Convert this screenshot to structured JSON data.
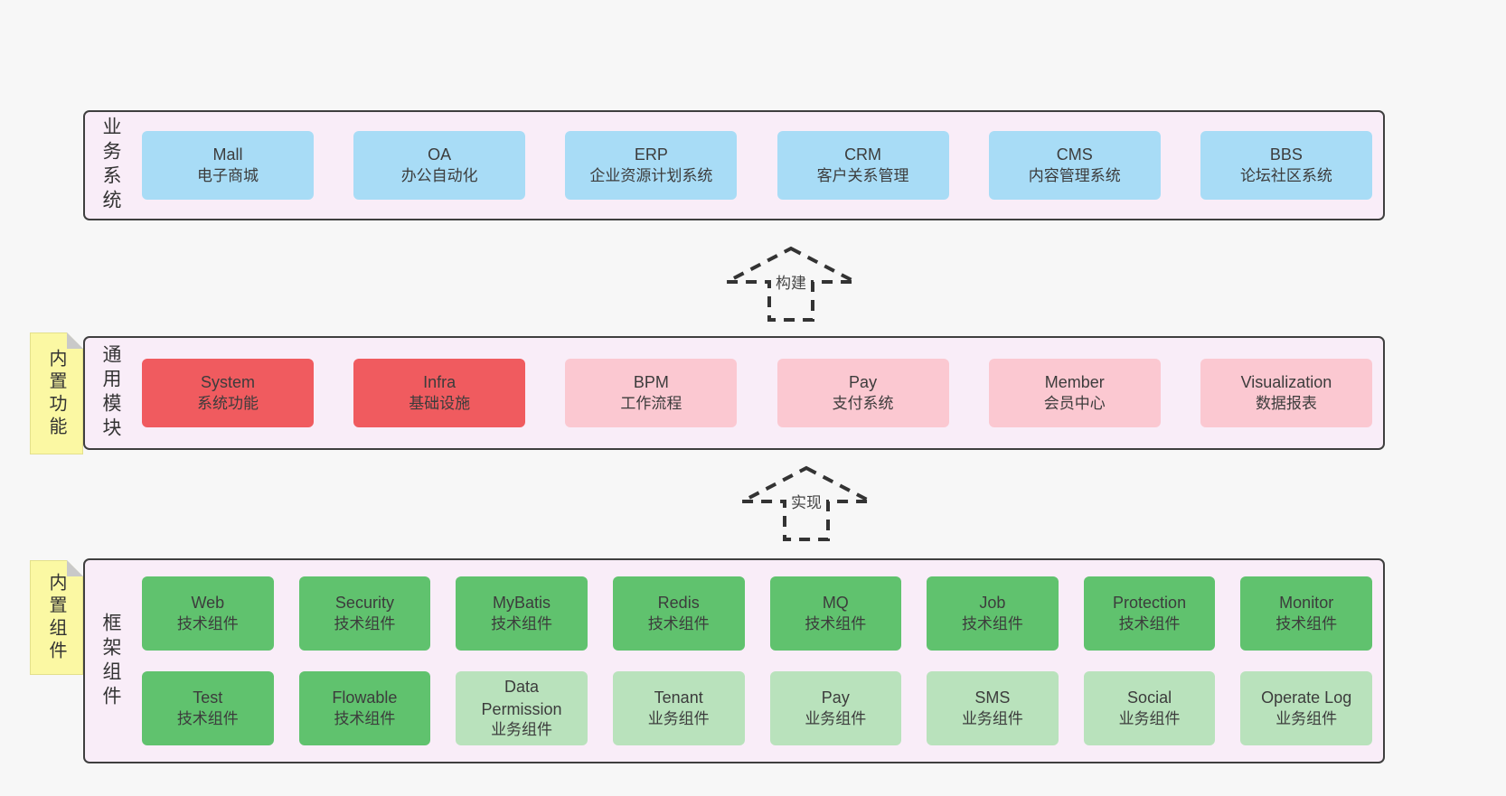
{
  "colors": {
    "page_bg": "#f7f7f7",
    "band_bg": "#f9edf8",
    "band_border": "#3f3f3f",
    "blue_box": "#a8dcf6",
    "red_box": "#f05b5f",
    "pink_box": "#fbc8d1",
    "green_box": "#60c26e",
    "light_green_box": "#b9e2bc",
    "note_bg": "#fbf8a3",
    "note_fold": "#c9c9c9",
    "arrow_stroke": "#333333"
  },
  "arrows": [
    {
      "label": "构建"
    },
    {
      "label": "实现"
    }
  ],
  "notes": [
    {
      "label": "内置功能"
    },
    {
      "label": "内置组件"
    }
  ],
  "bands": [
    {
      "label": "业务系统",
      "boxes": [
        {
          "name": "Mall",
          "desc": "电子商城",
          "variant": "blue"
        },
        {
          "name": "OA",
          "desc": "办公自动化",
          "variant": "blue"
        },
        {
          "name": "ERP",
          "desc": "企业资源计划系统",
          "variant": "blue"
        },
        {
          "name": "CRM",
          "desc": "客户关系管理",
          "variant": "blue"
        },
        {
          "name": "CMS",
          "desc": "内容管理系统",
          "variant": "blue"
        },
        {
          "name": "BBS",
          "desc": "论坛社区系统",
          "variant": "blue"
        }
      ]
    },
    {
      "label": "通用模块",
      "boxes": [
        {
          "name": "System",
          "desc": "系统功能",
          "variant": "red"
        },
        {
          "name": "Infra",
          "desc": "基础设施",
          "variant": "red"
        },
        {
          "name": "BPM",
          "desc": "工作流程",
          "variant": "pink"
        },
        {
          "name": "Pay",
          "desc": "支付系统",
          "variant": "pink"
        },
        {
          "name": "Member",
          "desc": "会员中心",
          "variant": "pink"
        },
        {
          "name": "Visualization",
          "desc": "数据报表",
          "variant": "pink"
        }
      ]
    },
    {
      "label": "框架组件",
      "boxes": [
        {
          "name": "Web",
          "desc": "技术组件",
          "variant": "green"
        },
        {
          "name": "Security",
          "desc": "技术组件",
          "variant": "green"
        },
        {
          "name": "MyBatis",
          "desc": "技术组件",
          "variant": "green"
        },
        {
          "name": "Redis",
          "desc": "技术组件",
          "variant": "green"
        },
        {
          "name": "MQ",
          "desc": "技术组件",
          "variant": "green"
        },
        {
          "name": "Job",
          "desc": "技术组件",
          "variant": "green"
        },
        {
          "name": "Protection",
          "desc": "技术组件",
          "variant": "green"
        },
        {
          "name": "Monitor",
          "desc": "技术组件",
          "variant": "green"
        },
        {
          "name": "Test",
          "desc": "技术组件",
          "variant": "green"
        },
        {
          "name": "Flowable",
          "desc": "技术组件",
          "variant": "green"
        },
        {
          "name": "Data Permission",
          "desc": "业务组件",
          "variant": "lightgreen"
        },
        {
          "name": "Tenant",
          "desc": "业务组件",
          "variant": "lightgreen"
        },
        {
          "name": "Pay",
          "desc": "业务组件",
          "variant": "lightgreen"
        },
        {
          "name": "SMS",
          "desc": "业务组件",
          "variant": "lightgreen"
        },
        {
          "name": "Social",
          "desc": "业务组件",
          "variant": "lightgreen"
        },
        {
          "name": "Operate Log",
          "desc": "业务组件",
          "variant": "lightgreen"
        }
      ]
    }
  ]
}
